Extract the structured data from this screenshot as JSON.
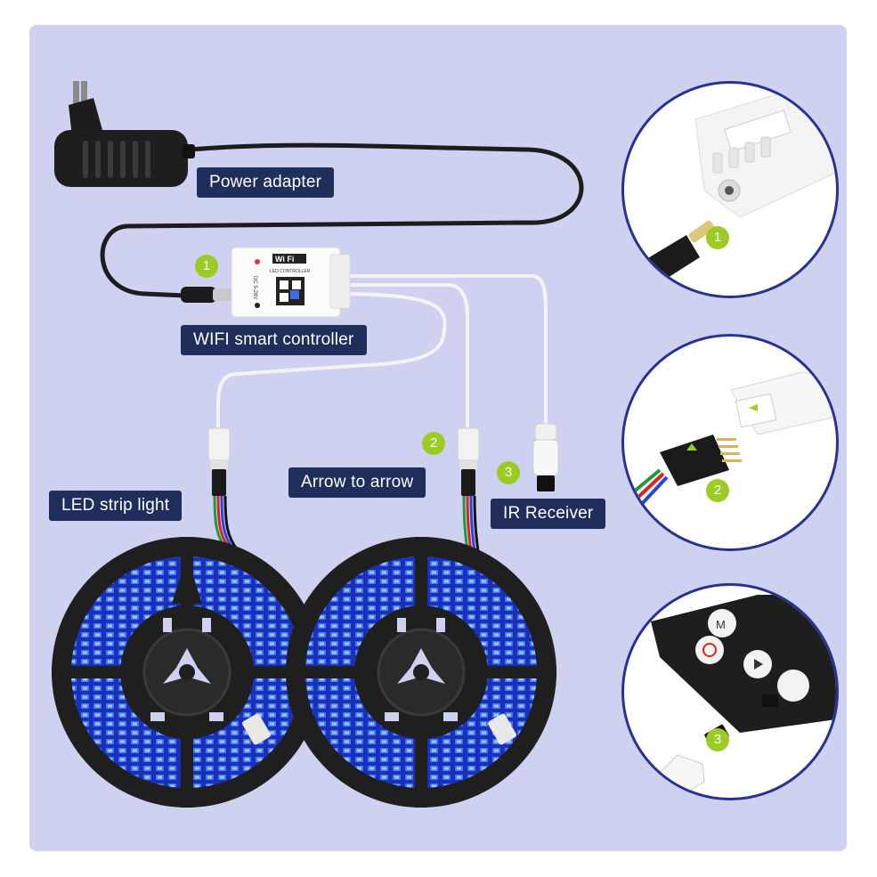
{
  "labels": {
    "power_adapter": "Power adapter",
    "wifi_controller": "WIFI smart controller",
    "arrow_to_arrow": "Arrow to arrow",
    "led_strip_light": "LED strip light",
    "ir_receiver": "IR Receiver"
  },
  "badges": {
    "one": "1",
    "two": "2",
    "three": "3"
  },
  "controller": {
    "wifi_text": "Wi Fi",
    "model_text": "LED CONTROLLER",
    "voltage_text": "DC 5-28V"
  },
  "detail_circles": [
    {
      "badge": "1",
      "depicts": "dc-plug-to-controller"
    },
    {
      "badge": "2",
      "depicts": "pin-connector-arrow-to-arrow"
    },
    {
      "badge": "3",
      "depicts": "ir-receiver-to-remote"
    }
  ],
  "colors": {
    "background": "#cfd1f1",
    "label_bg": "#1f2e5b",
    "badge": "#9bcb24",
    "circle_border": "#27338f",
    "led_blue": "#2f5df0"
  }
}
